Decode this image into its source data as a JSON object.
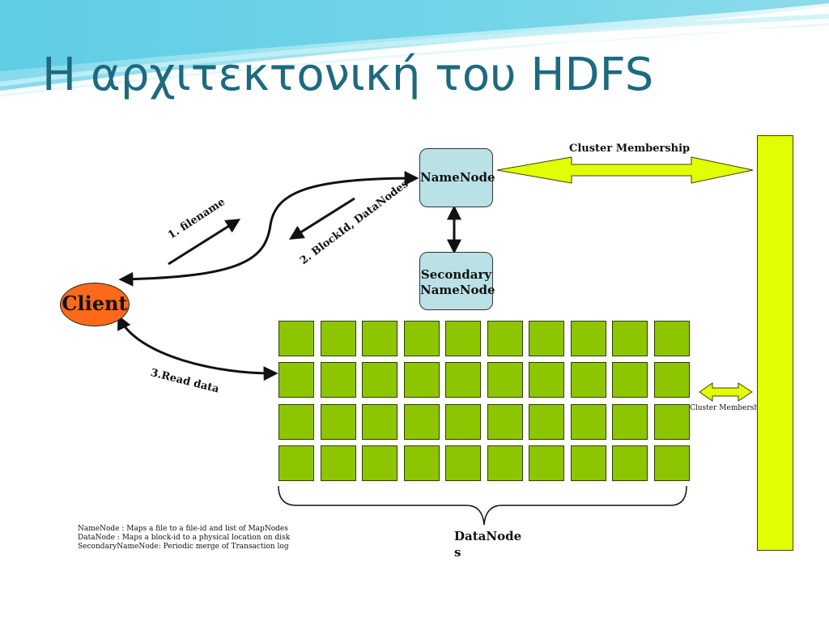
{
  "slide": {
    "title": "Η αρχιτεκτονική του HDFS"
  },
  "nodes": {
    "namenode": "NameNode",
    "secondary_line1": "Secondary",
    "secondary_line2": "NameNode",
    "client": "Client"
  },
  "arrows": {
    "filename": "1. filename",
    "blockid": "2. BlockId, DataNodes",
    "read_data": "3.Read data",
    "cluster_membership_top": "Cluster Membership",
    "cluster_membership_side": "Cluster Membership"
  },
  "datanodes": {
    "label": "DataNodes",
    "rows": 4,
    "cols": 10
  },
  "notes": [
    "NameNode : Maps a file to a file-id and list of MapNodes",
    "DataNode  : Maps a block-id to a physical location on disk",
    "SecondaryNameNode: Periodic merge of Transaction log"
  ],
  "colors": {
    "title": "#1d6a7f",
    "box_fill": "#b9e1e6",
    "client_fill": "#ff6a1a",
    "datanode_fill": "#8dc600",
    "membership_fill": "#e1ff00"
  }
}
